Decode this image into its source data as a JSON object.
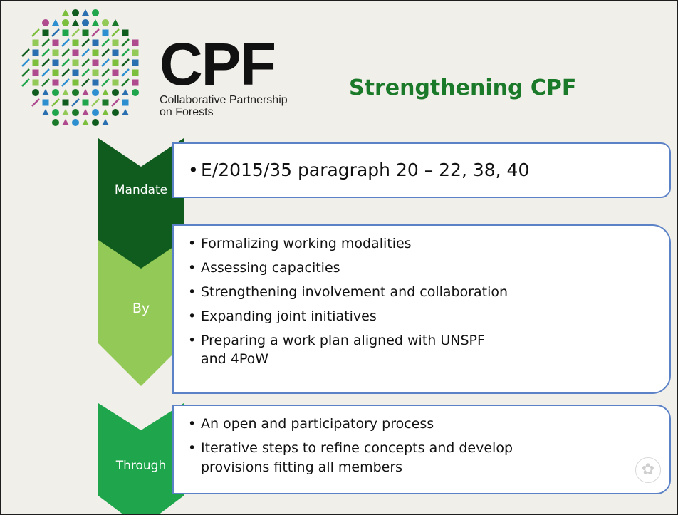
{
  "logo": {
    "name": "CPF",
    "line1": "Collaborative Partnership",
    "line2": "on Forests"
  },
  "title": "Strengthening CPF",
  "rows": [
    {
      "label": "Mandate",
      "color": "#0f5c1e",
      "bullets": [
        "E/2015/35 paragraph 20 – 22, 38, 40"
      ]
    },
    {
      "label": "By",
      "color": "#93c956",
      "bullets": [
        "Formalizing working modalities",
        "Assessing capacities",
        "Strengthening involvement and collaboration",
        "Expanding joint initiatives",
        "Preparing a work plan aligned with UNSPF and 4PoW"
      ]
    },
    {
      "label": "Through",
      "color": "#1fa64c",
      "bullets": [
        "An open and participatory process",
        "Iterative steps to refine concepts and develop provisions fitting all members"
      ]
    }
  ],
  "colors": {
    "title": "#1b7a2a",
    "box_border": "#5b82c7",
    "background": "#f1efe9"
  }
}
